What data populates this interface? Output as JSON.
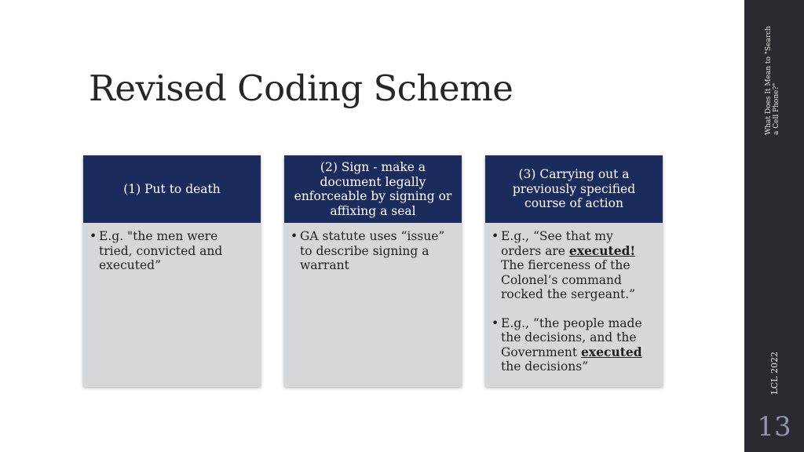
{
  "title": "Revised Coding Scheme",
  "sidebar": {
    "presentation_title": "What Does It Mean to \"Search a Cell Phone?\"",
    "footer": "LCL 2022",
    "page_number": "13"
  },
  "cards": [
    {
      "header": "(1) Put to death",
      "bullets": [
        {
          "pre": "E.g. \"the men were tried, convicted and executed”"
        }
      ]
    },
    {
      "header": "(2) Sign - make a document legally enforceable by signing or affixing a seal",
      "bullets": [
        {
          "pre": "GA statute uses  “issue” to describe signing a warrant"
        }
      ]
    },
    {
      "header": "(3) Carrying out a previously specified course of action",
      "bullets": [
        {
          "pre": "E.g., “See that my orders are ",
          "em": "executed!",
          "post": " The fierceness of the Colonel’s command rocked the sergeant.”"
        },
        {
          "pre": "E.g., “the people made the decisions, and the Government ",
          "em": "executed",
          "post": " the decisions”"
        }
      ]
    }
  ]
}
